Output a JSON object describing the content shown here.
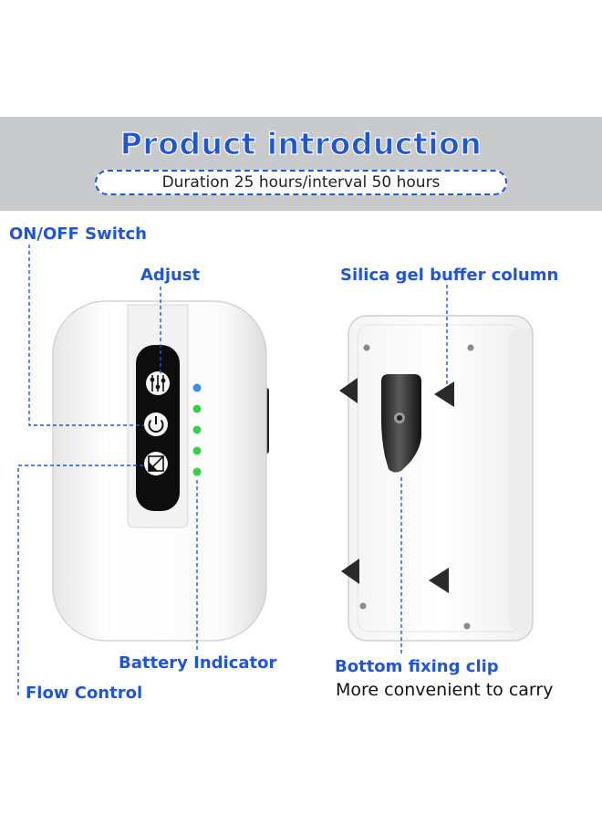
{
  "banner": {
    "title": "Product introduction",
    "subtitle": "Duration 25 hours/interval 50 hours"
  },
  "callouts": {
    "on_off_switch": "ON/OFF Switch",
    "adjust": "Adjust",
    "battery_indicator": "Battery Indicator",
    "flow_control": "Flow Control",
    "silica_gel": "Silica gel buffer column",
    "bottom_clip": "Bottom fixing clip",
    "carry_note": "More convenient to carry"
  },
  "colors": {
    "accent": "#1f56d6",
    "banner_bg": "#c9cacc",
    "led_blue": "#3a8ff0",
    "led_green": "#38d04a"
  },
  "icons": [
    "adjust-icon",
    "power-icon",
    "flow-control-icon"
  ]
}
